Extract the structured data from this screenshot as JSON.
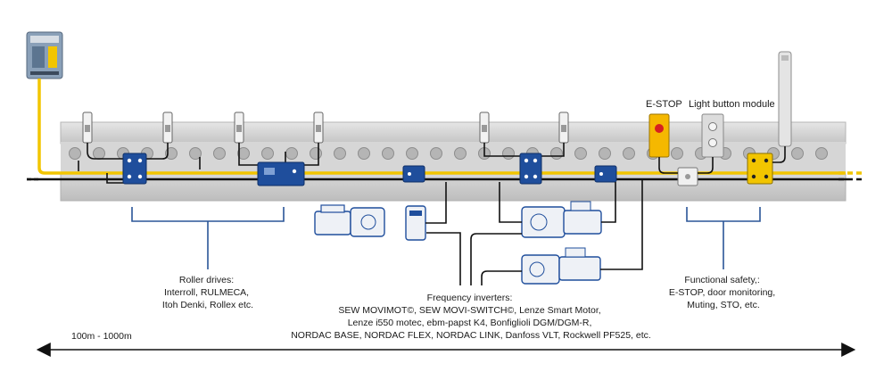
{
  "labels": {
    "estop": "E-STOP",
    "light_button_module": "Light button module",
    "distance": "100m - 1000m"
  },
  "captions": {
    "roller_drives": [
      "Roller drives:",
      "Interroll, RULMECA,",
      "Itoh Denki, Rollex etc."
    ],
    "frequency_inverters": [
      "Frequency inverters:",
      "SEW MOVIMOT©, SEW MOVI-SWITCH©, Lenze Smart Motor,",
      "Lenze i550 motec, ebm-papst K4, Bonfiglioli DGM/DGM-R,",
      "NORDAC BASE, NORDAC FLEX, NORDAC LINK, Danfoss VLT, Rockwell PF525, etc."
    ],
    "functional_safety": [
      "Functional safety,:",
      "E-STOP, door monitoring,",
      "Muting, STO, etc."
    ]
  },
  "colors": {
    "bus_cable": "#f2c500",
    "power_cable": "#111111",
    "module_blue": "#1f4e9c",
    "conveyor_gray": "#c9c9c9",
    "bracket_blue": "#2a5597",
    "estop_yellow": "#f5b800",
    "estop_red": "#d62020"
  }
}
